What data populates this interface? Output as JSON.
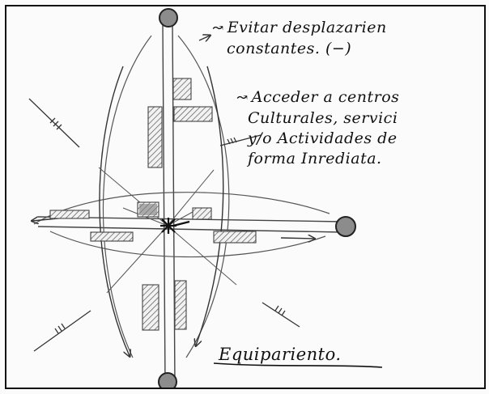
{
  "notes": [
    {
      "id": "note-1",
      "lines": [
        "Evitar desplazarien",
        "constantes. (−)"
      ]
    },
    {
      "id": "note-2",
      "lines": [
        "Acceder a centros",
        "Culturales, servici",
        "y/o Actividades de",
        "forma Inrediata."
      ]
    }
  ],
  "title": "Equipariento.",
  "icons": {
    "note_bullet": "curved-arrow-icon",
    "center": "star-icon"
  },
  "colors": {
    "ink": "#111111",
    "pencil": "#555555",
    "node": "#8c8c8c",
    "paper": "#fbfbfb"
  }
}
